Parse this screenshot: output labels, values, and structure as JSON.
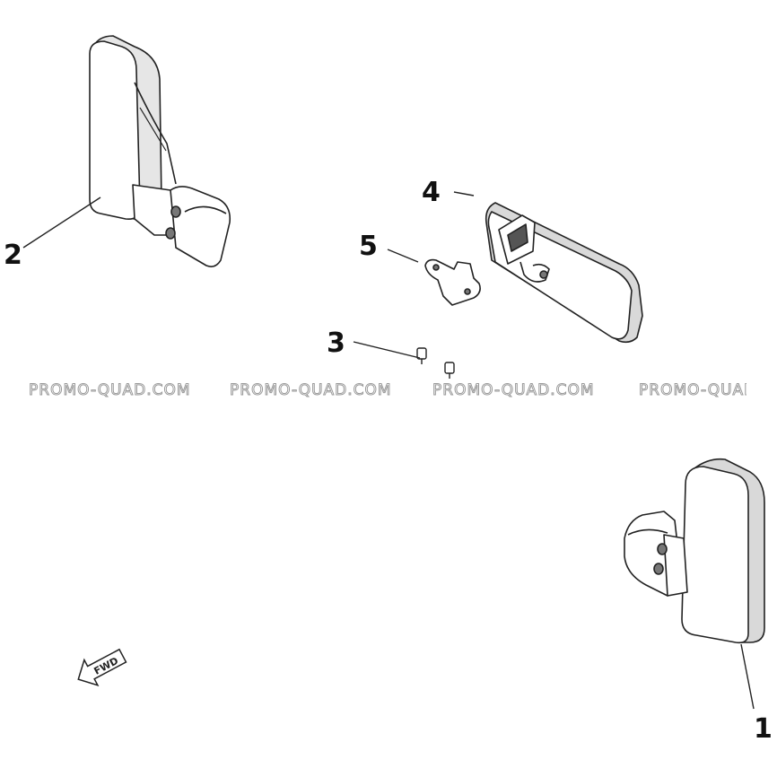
{
  "callouts": {
    "part_1": "1",
    "part_2": "2",
    "part_3": "3",
    "part_4": "4",
    "part_5": "5"
  },
  "watermarks": [
    "PROMO-QUAD.COM",
    "PROMO-QUAD.COM",
    "PROMO-QUAD.COM",
    "PROMO-QUAD.COM"
  ],
  "fwd_arrow": {
    "label": "FWD"
  },
  "colors": {
    "line": "#222222",
    "shade": "#d9d9d9",
    "watermark": "#9a9a9a"
  }
}
